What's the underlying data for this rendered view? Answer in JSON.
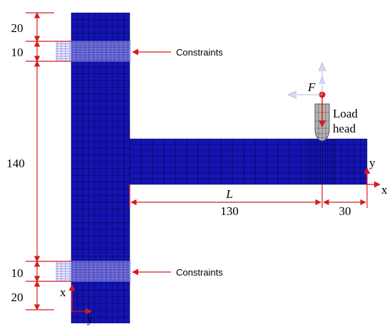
{
  "colors": {
    "mesh_fill": "#1414b4",
    "mesh_line": "#000028",
    "dimension": "#d41c1c",
    "constraint_marks": "#7a7ad8",
    "load_head_fill": "#b4b4b4",
    "load_point": "#e01818"
  },
  "labels": {
    "dim_top_20": "20",
    "dim_top_10": "10",
    "dim_140": "140",
    "dim_bottom_10": "10",
    "dim_bottom_20": "20",
    "dim_L": "L",
    "dim_130": "130",
    "dim_30": "30",
    "constraints_top": "Constraints",
    "constraints_bottom": "Constraints",
    "force": "F",
    "load_line1": "Load",
    "load_line2": "head",
    "axis_right_y": "y",
    "axis_right_x": "x",
    "axis_bottom_x": "x",
    "axis_bottom_y": "y"
  }
}
